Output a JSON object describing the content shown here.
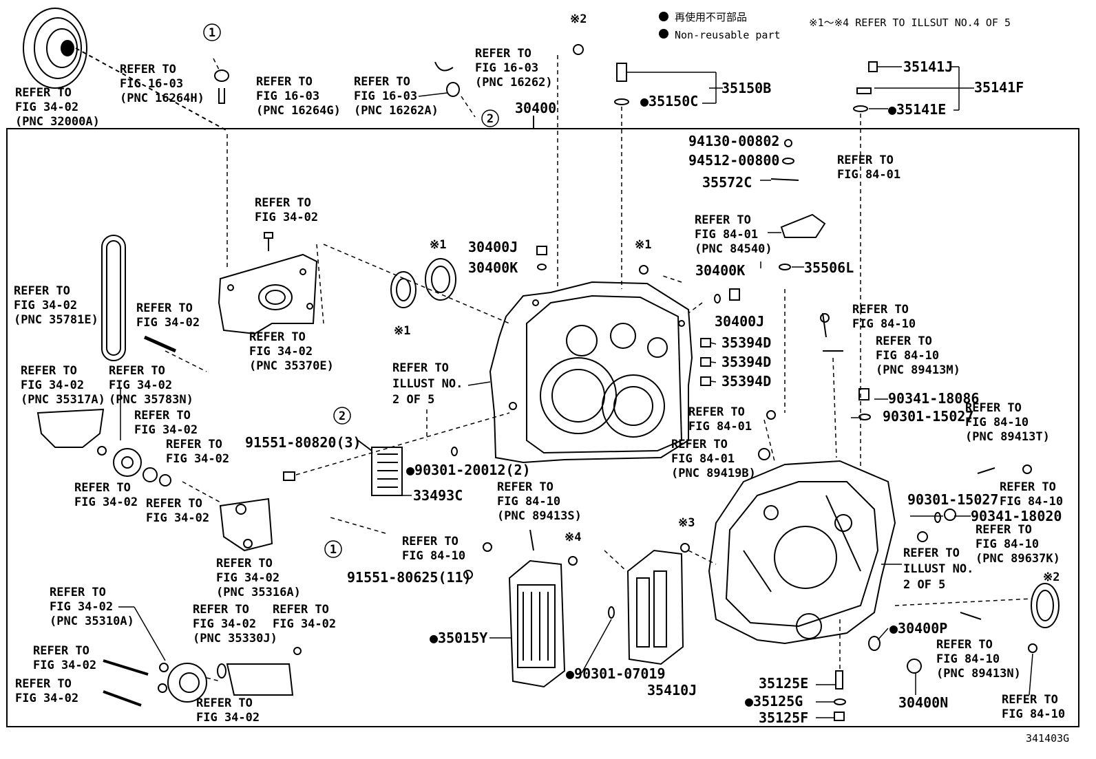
{
  "header": {
    "legend_jp": "再使用不可部品",
    "legend_en": "Non-reusable part",
    "refer_note": "※1～※4 REFER TO ILLSUT NO.4 OF 5",
    "assembly_pn": "30400"
  },
  "footer": {
    "illust_id": "341403G"
  },
  "markers": {
    "m1": "※1",
    "m2": "※2",
    "m3": "※3",
    "m4": "※4",
    "c1": "①",
    "c2": "②"
  },
  "callouts": {
    "fig34_32000a": [
      "REFER TO",
      "FIG 34-02",
      "(PNC 32000A)"
    ],
    "fig16_16264h": [
      "REFER TO",
      "FIG 16-03",
      "(PNC 16264H)"
    ],
    "fig16_16264g": [
      "REFER TO",
      "FIG 16-03",
      "(PNC 16264G)"
    ],
    "fig16_16262a": [
      "REFER TO",
      "FIG 16-03",
      "(PNC 16262A)"
    ],
    "fig16_16262": [
      "REFER TO",
      "FIG 16-03",
      "(PNC 16262)"
    ],
    "fig34_plate": [
      "REFER TO",
      "FIG 34-02"
    ],
    "fig34_35781e": [
      "REFER TO",
      "FIG 34-02",
      "(PNC 35781E)"
    ],
    "fig34_bolt": [
      "REFER TO",
      "FIG 34-02"
    ],
    "fig34_35370e": [
      "REFER TO",
      "FIG 34-02",
      "(PNC 35370E)"
    ],
    "fig34_35317a": [
      "REFER TO",
      "FIG 34-02",
      "(PNC 35317A)"
    ],
    "fig34_35783n": [
      "REFER TO",
      "FIG 34-02",
      "(PNC 35783N)"
    ],
    "fig34_a": [
      "REFER TO",
      "FIG 34-02"
    ],
    "fig34_b": [
      "REFER TO",
      "FIG 34-02"
    ],
    "fig34_c": [
      "REFER TO",
      "FIG 34-02"
    ],
    "fig34_d": [
      "REFER TO",
      "FIG 34-02"
    ],
    "fig34_35316a": [
      "REFER TO",
      "FIG 34-02",
      "(PNC 35316A)"
    ],
    "fig34_35310a": [
      "REFER TO",
      "FIG 34-02",
      "(PNC 35310A)"
    ],
    "fig34_35330j": [
      "REFER TO",
      "FIG 34-02",
      "(PNC 35330J)"
    ],
    "fig34_e": [
      "REFER TO",
      "FIG 34-02"
    ],
    "fig34_f": [
      "REFER TO",
      "FIG 34-02"
    ],
    "fig34_g": [
      "REFER TO",
      "FIG 34-02"
    ],
    "fig34_h": [
      "REFER TO",
      "FIG 34-02"
    ],
    "illust2_left": [
      "REFER TO",
      "ILLUST NO.",
      "2 OF 5"
    ],
    "illust2_right": [
      "REFER TO",
      "ILLUST NO.",
      "2 OF 5"
    ],
    "fig84_89413s": [
      "REFER TO",
      "FIG 84-10",
      "(PNC 89413S)"
    ],
    "fig84_bolt": [
      "REFER TO",
      "FIG 84-10"
    ],
    "fig84_01_top": [
      "REFER TO",
      "FIG 84-01"
    ],
    "fig84_84540": [
      "REFER TO",
      "FIG 84-01",
      "(PNC 84540)"
    ],
    "fig84_10_a": [
      "REFER TO",
      "FIG 84-10"
    ],
    "fig84_89413m": [
      "REFER TO",
      "FIG 84-10",
      "(PNC 89413M)"
    ],
    "fig84_01_b": [
      "REFER TO",
      "FIG 84-01"
    ],
    "fig84_89419b": [
      "REFER TO",
      "FIG 84-01",
      "(PNC 89419B)"
    ],
    "fig84_89413t": [
      "REFER TO",
      "FIG 84-10",
      "(PNC 89413T)"
    ],
    "fig84_10_b": [
      "REFER TO",
      "FIG 84-10"
    ],
    "fig84_89637k": [
      "REFER TO",
      "FIG 84-10",
      "(PNC 89637K)"
    ],
    "fig84_89413n": [
      "REFER TO",
      "FIG 84-10",
      "(PNC 89413N)"
    ],
    "fig84_10_c": [
      "REFER TO",
      "FIG 84-10"
    ]
  },
  "parts": {
    "p35150b": "35150B",
    "p35150c": "●35150C",
    "p35141j": "35141J",
    "p35141f": "35141F",
    "p35141e": "●35141E",
    "p94130": "94130-00802",
    "p94512": "94512-00800",
    "p35572c": "35572C",
    "p35506l": "35506L",
    "p30400j_a": "30400J",
    "p30400k_a": "30400K",
    "p30400k_b": "30400K",
    "p30400j_b": "30400J",
    "p35394d_1": "35394D",
    "p35394d_2": "35394D",
    "p35394d_3": "35394D",
    "p90341_18086": "90341-18086",
    "p90301_15027_a": "90301-15027",
    "p91551_80820": "91551-80820(3)",
    "p90301_20012": "●90301-20012(2)",
    "p33493c": "33493C",
    "p90301_15027_b": "90301-15027",
    "p90341_18020": "90341-18020",
    "p91551_80625": "91551-80625(11)",
    "p35015y": "●35015Y",
    "p90301_07019": "●90301-07019",
    "p35410j": "35410J",
    "p30400p": "●30400P",
    "p30400n": "30400N",
    "p35125e": "35125E",
    "p35125g": "●35125G",
    "p35125f": "35125F"
  },
  "icons": [
    "torque-converter-icon",
    "transaxle-case-icon",
    "valve-body-icon",
    "ecu-icon",
    "oil-cooler-icon",
    "oil-pump-icon",
    "chain-icon"
  ]
}
